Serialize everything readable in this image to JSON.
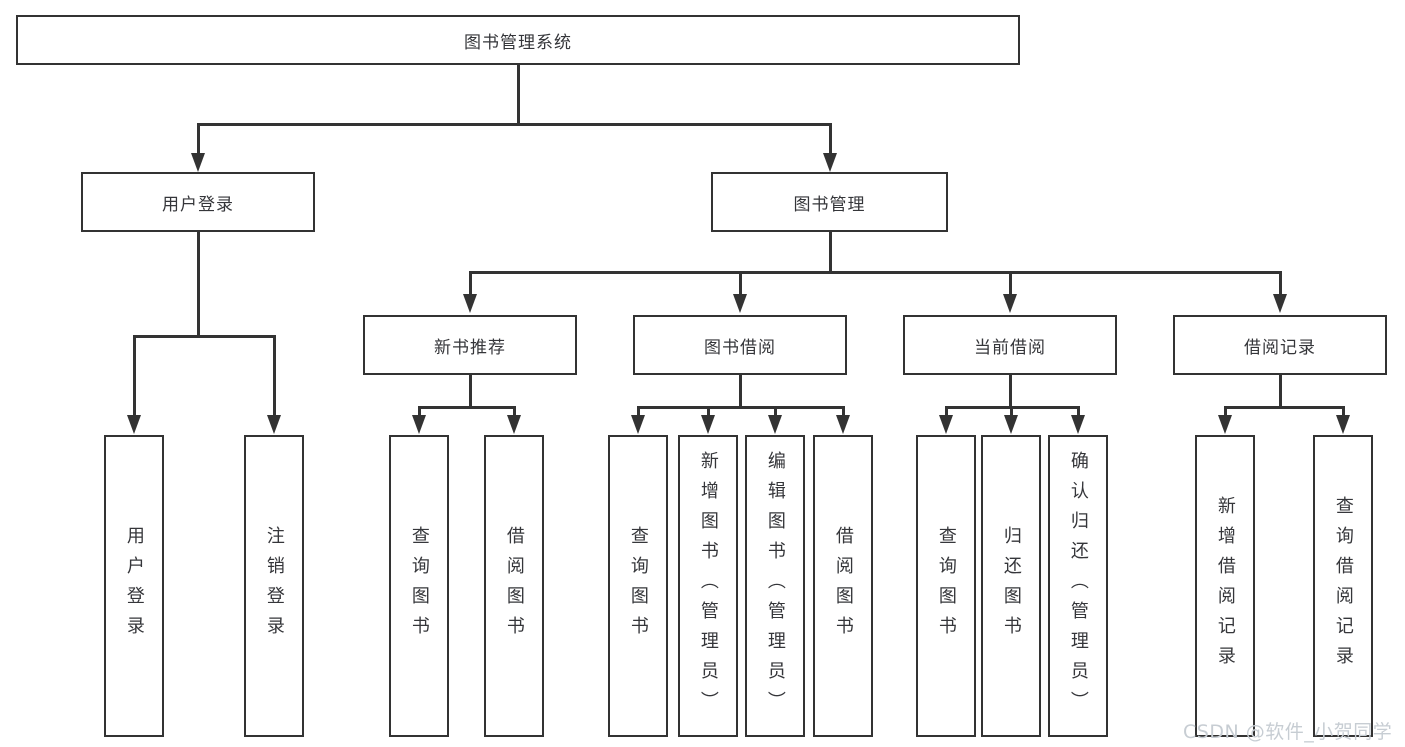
{
  "tree": {
    "root": "图书管理系统",
    "branches": [
      {
        "label": "用户登录",
        "children": [
          "用户登录",
          "注销登录"
        ]
      },
      {
        "label": "图书管理",
        "children": [
          {
            "label": "新书推荐",
            "children": [
              "查询图书",
              "借阅图书"
            ]
          },
          {
            "label": "图书借阅",
            "children": [
              "查询图书",
              "新增图书（管理员）",
              "编辑图书（管理员）",
              "借阅图书"
            ]
          },
          {
            "label": "当前借阅",
            "children": [
              "查询图书",
              "归还图书",
              "确认归还（管理员）"
            ]
          },
          {
            "label": "借阅记录",
            "children": [
              "新增借阅记录",
              "查询借阅记录"
            ]
          }
        ]
      }
    ]
  },
  "watermark": "CSDN @软件_小贺同学",
  "colors": {
    "line": "#333333",
    "text": "#35363a",
    "background": "#ffffff",
    "watermark": "#c7cdd3"
  }
}
